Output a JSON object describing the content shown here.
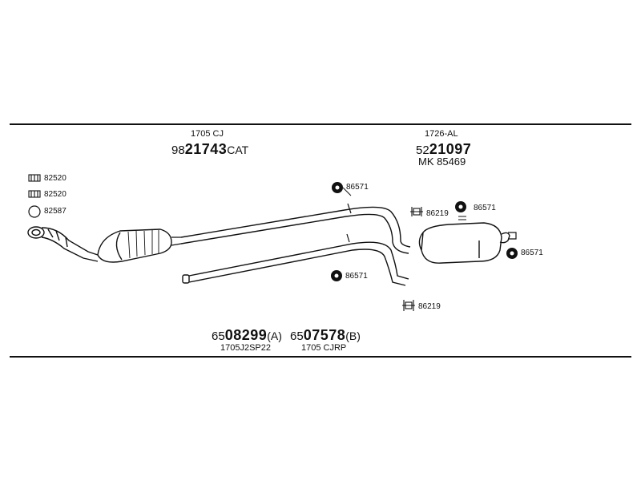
{
  "header_left": {
    "model": "1705 CJ",
    "code_prefix": "98",
    "code_main": "21743",
    "code_suffix": "CAT"
  },
  "header_right": {
    "model": "1726-AL",
    "code_prefix": "52",
    "code_main": "21097",
    "kit": "MK  85469"
  },
  "legend": [
    {
      "part": "82520",
      "icon": "gasket-clip-icon"
    },
    {
      "part": "82520",
      "icon": "gasket-clip-icon"
    },
    {
      "part": "82587",
      "icon": "ring-gasket-icon"
    }
  ],
  "callouts": {
    "hanger_top": "86571",
    "clamp_mid": "86219",
    "hanger_muffler": "86571",
    "hanger_tail": "86571",
    "hanger_center": "86571",
    "clamp_bottom": "86219"
  },
  "footer_a": {
    "code_prefix": "65",
    "code_main": "08299",
    "code_suffix": "(A)",
    "model": "1705J2SP22"
  },
  "footer_b": {
    "code_prefix": "65",
    "code_main": "07578",
    "code_suffix": "(B)",
    "model": "1705 CJRP"
  }
}
